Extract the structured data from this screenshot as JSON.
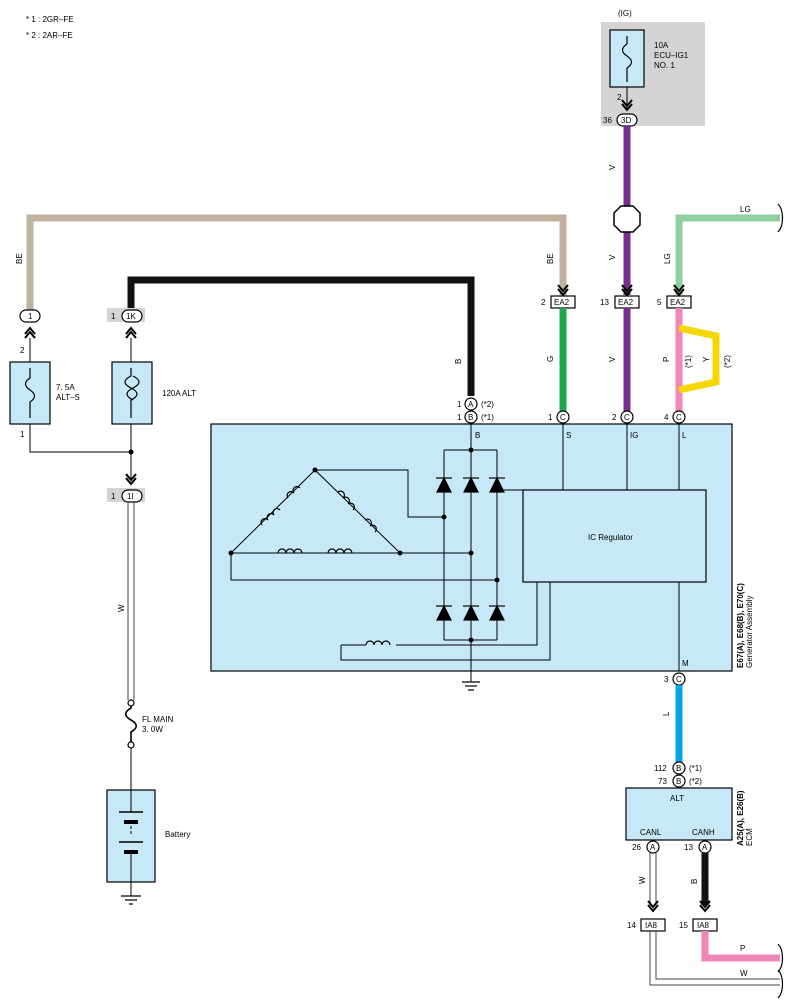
{
  "notes": [
    "* 1 : 2GR–FE",
    "* 2 : 2AR–FE"
  ],
  "ig_label": "(IG)",
  "fuses": {
    "ecu_ig1": {
      "line1": "10A",
      "line2": "ECU–IG1",
      "line3": "NO. 1",
      "pin": "2"
    },
    "alt_s": {
      "line1": "7. 5A",
      "line2": "ALT–S",
      "pin_top": "2",
      "pin_bottom": "1"
    },
    "alt120": {
      "line1": "120A ALT"
    },
    "fl_main": {
      "line1": "FL MAIN",
      "line2": "3. 0W"
    }
  },
  "battery_label": "Battery",
  "connectors": {
    "c3d": {
      "pin": "36",
      "id": "3D"
    },
    "c1": {
      "id": "1"
    },
    "c1k": {
      "pin": "1",
      "id": "1K"
    },
    "c1i": {
      "pin": "1",
      "id": "1I"
    },
    "ea2_be": {
      "pin": "2",
      "id": "EA2"
    },
    "ea2_v": {
      "pin": "13",
      "id": "EA2"
    },
    "ea2_lg": {
      "pin": "5",
      "id": "EA2"
    },
    "gen_a": {
      "pin": "1",
      "id": "A",
      "note": "(*2)"
    },
    "gen_b": {
      "pin": "1",
      "id": "B",
      "note": "(*1)"
    },
    "gen_s": {
      "pin": "1",
      "id": "C"
    },
    "gen_ig": {
      "pin": "2",
      "id": "C"
    },
    "gen_l": {
      "pin": "4",
      "id": "C"
    },
    "gen_m": {
      "pin": "3",
      "id": "C"
    },
    "ecm_b1": {
      "pin": "112",
      "id": "B",
      "note": "(*1)"
    },
    "ecm_b2": {
      "pin": "73",
      "id": "B",
      "note": "(*2)"
    },
    "ecm_canl": {
      "pin": "26",
      "id": "A"
    },
    "ecm_canh": {
      "pin": "13",
      "id": "A"
    },
    "ia8_w": {
      "pin": "14",
      "id": "IA8"
    },
    "ia8_b": {
      "pin": "15",
      "id": "IA8"
    }
  },
  "wires": {
    "be1": "BE",
    "be2": "BE",
    "v1": "V",
    "v2": "V",
    "lg1": "LG",
    "lg2": "LG",
    "b_main": "B",
    "g": "G",
    "v3": "V",
    "p": "P",
    "y": "Y",
    "p_note": "(*1)",
    "y_note": "(*2)",
    "w_main": "W",
    "l": "L",
    "w_can": "W",
    "b_can": "B",
    "p_out": "P",
    "w_out": "W"
  },
  "colors": {
    "BE": "#c1b19f",
    "V": "#7a2d8e",
    "LG": "#8fd0a0",
    "G": "#1ca84a",
    "P": "#ef86b8",
    "Y": "#f5d600",
    "L": "#0aa4e6",
    "B": "#111111",
    "W": "#ffffff"
  },
  "generator": {
    "terminals": {
      "b": "B",
      "s": "S",
      "ig": "IG",
      "l": "L",
      "m": "M"
    },
    "ic_regulator": "IC Regulator",
    "side_title": "E67(A), E68(B), E70(C)",
    "side_sub": "Generator Assembly"
  },
  "ecm": {
    "alt": "ALT",
    "canl": "CANL",
    "canh": "CANH",
    "side_title": "A25(A), E26(B)",
    "side_sub": "ECM"
  }
}
